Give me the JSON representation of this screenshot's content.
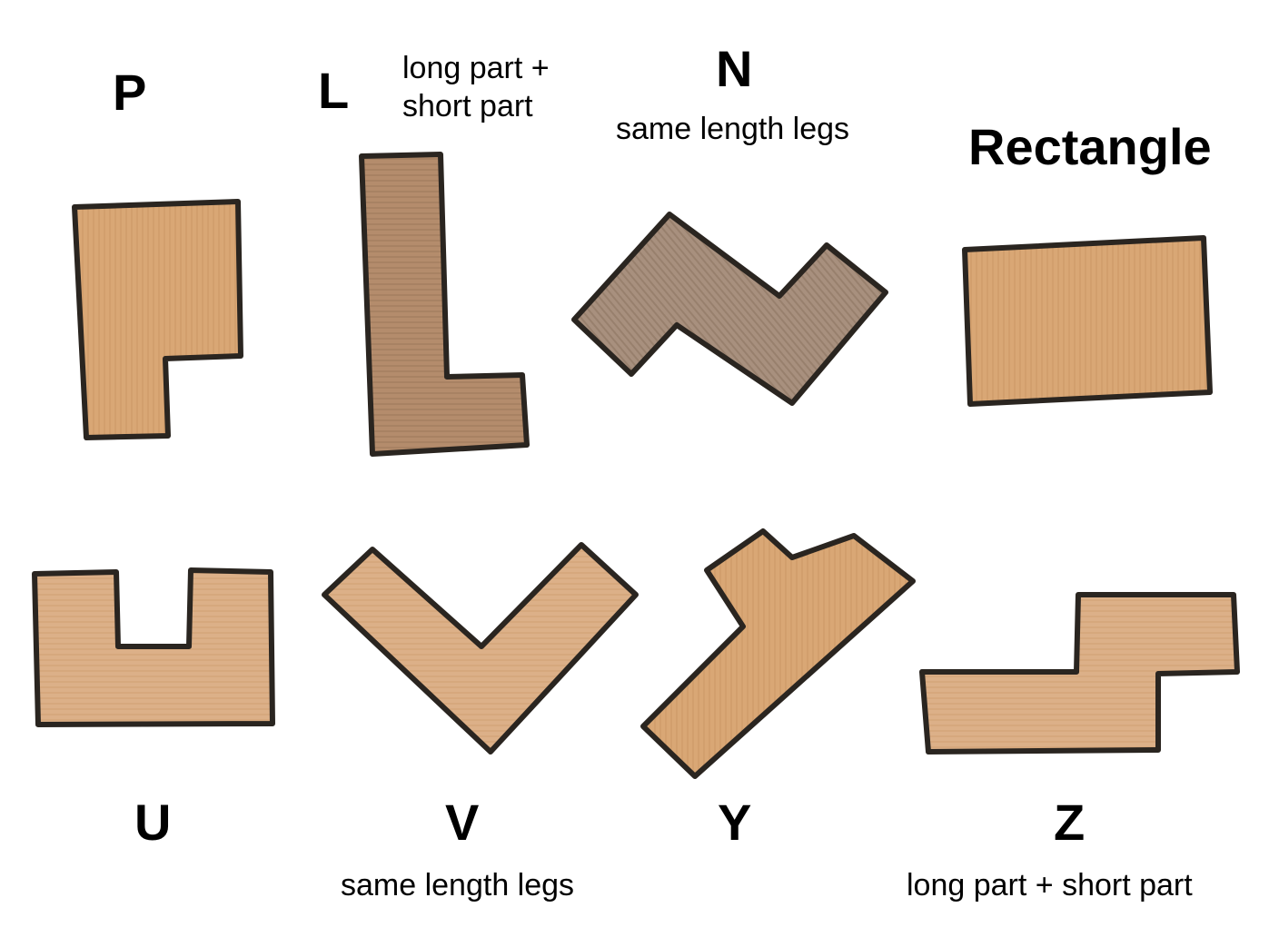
{
  "pieces": [
    {
      "letter": "P",
      "note": ""
    },
    {
      "letter": "L",
      "note": "long part + short part"
    },
    {
      "letter": "N",
      "note": "same length legs"
    },
    {
      "letter": "Rectangle",
      "note": ""
    },
    {
      "letter": "U",
      "note": ""
    },
    {
      "letter": "V",
      "note": "same length legs"
    },
    {
      "letter": "Y",
      "note": ""
    },
    {
      "letter": "Z",
      "note": "long part + short part"
    }
  ],
  "l_note_line1": "long part +",
  "l_note_line2": "short part",
  "colors": {
    "wood_light": "#e2b98c",
    "wood_mid": "#d6a775",
    "wood_dark": "#a8876c",
    "edge": "#2a2520"
  }
}
